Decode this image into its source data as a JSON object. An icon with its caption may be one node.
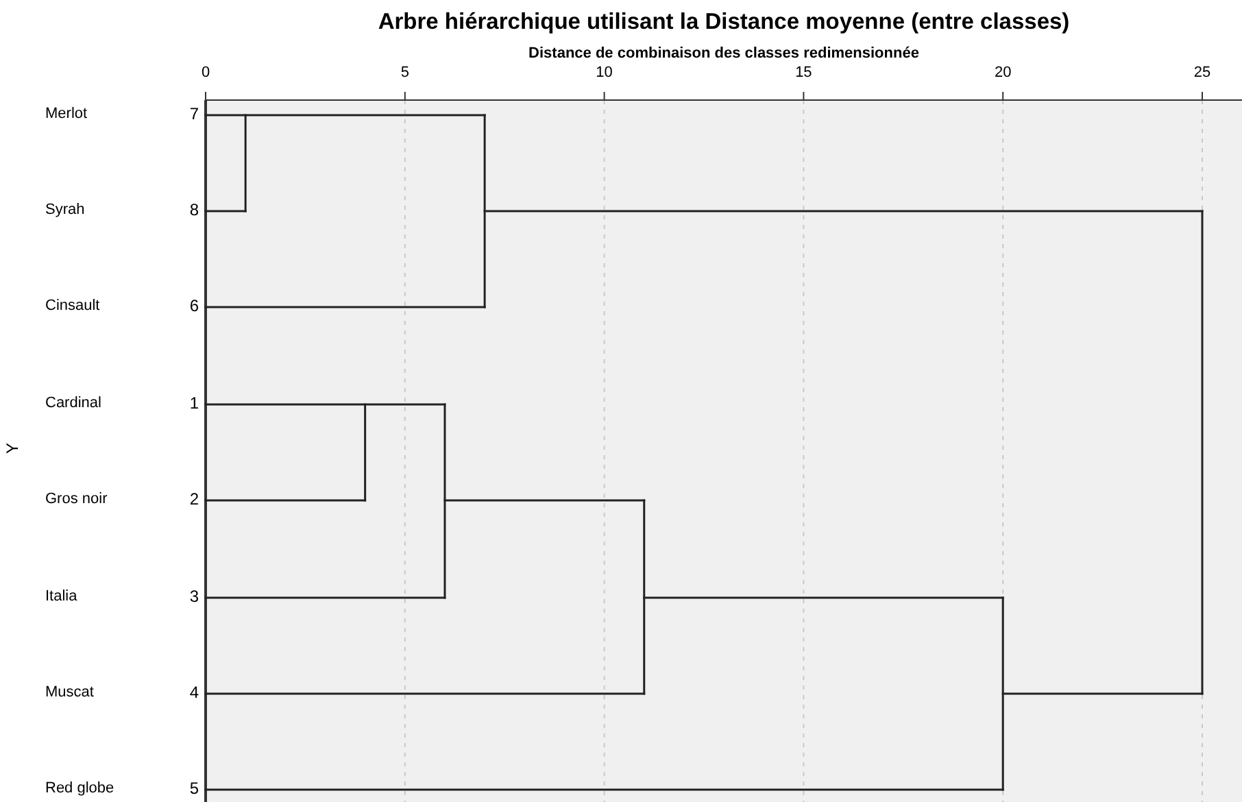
{
  "diagram": {
    "title": "Arbre hiérarchique utilisant la Distance moyenne (entre classes)",
    "labels": [
      "Distance de combinaison des classes redimensionnée",
      "0",
      "5",
      "10",
      "15",
      "20",
      "25",
      "Merlot",
      "7",
      "Syrah",
      "8",
      "Cinsault",
      "6",
      "Cardinal",
      "1",
      "Y",
      "Gros noir",
      "2",
      "Italia",
      "3",
      "Muscat",
      "4",
      "Red globe",
      "5"
    ]
  }
}
